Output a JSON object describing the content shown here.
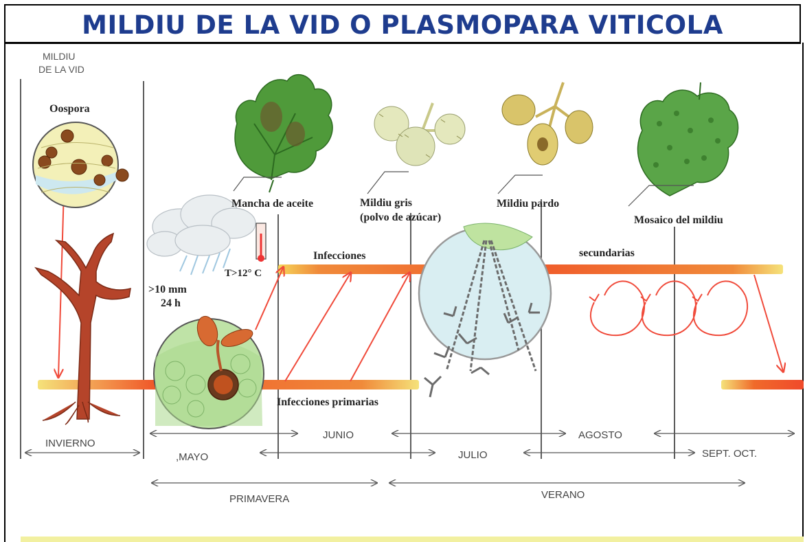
{
  "title": "MILDIU DE LA VID O PLASMOPARA VITICOLA",
  "corner_label": [
    "MILDIU",
    "DE LA VID"
  ],
  "labels": {
    "oospora": "Oospora",
    "mancha_de_aceite": "Mancha de aceite",
    "mildiu_gris_1": "Mildiu gris",
    "mildiu_gris_2": "(polvo de azúcar)",
    "mildiu_pardo": "Mildiu pardo",
    "mosaico_del_mildiu": "Mosaico del mildiu",
    "infecciones": "Infecciones",
    "secundarias": "secundarias",
    "temperature": "T>12° C",
    "rain_1": ">10 mm",
    "rain_2": "24 h",
    "infecciones_primarias": "Infecciones primarias"
  },
  "months": {
    "invierno": "INVIERNO",
    "mayo": ",MAYO",
    "junio": "JUNIO",
    "julio": "JULIO",
    "agosto": "AGOSTO",
    "sept_oct": "SEPT. OCT."
  },
  "seasons": {
    "primavera": "PRIMAVERA",
    "verano": "VERANO"
  },
  "colors": {
    "title": "#1e3c8e",
    "infection_band": "#f06a2a",
    "band_fade": "#f5d55a",
    "arrow": "#f04a3a",
    "leaf": "#4f9a3a",
    "grape_gray": "#dfe4b8",
    "grape_brown": "#d9c46a",
    "vine": "#b5442a",
    "spore_circle_fill": "#d9eef2"
  },
  "icons": [
    "cloud-rain-icon",
    "thermometer-icon",
    "vine-trunk-icon",
    "oospore-circle-icon",
    "germinating-oospore-icon",
    "sporangiophore-circle-icon",
    "leaf-oil-spot-icon",
    "grapes-gray-icon",
    "grapes-brown-icon",
    "leaf-mosaic-icon"
  ]
}
